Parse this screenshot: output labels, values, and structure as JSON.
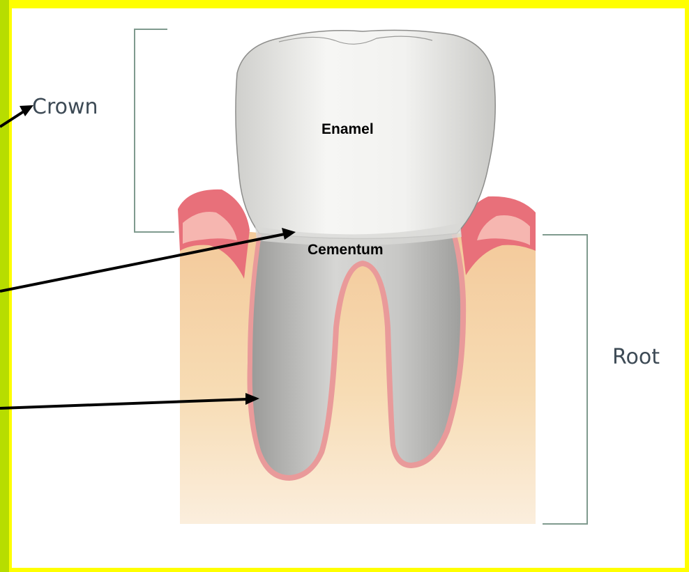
{
  "labels": {
    "crown": "Crown",
    "root": "Root",
    "enamel": "Enamel",
    "cementum": "Cementum"
  },
  "colors": {
    "border": "#ffff00",
    "left_strip": "#b7dd00",
    "bone": "#f5d8a8",
    "gum": "#e8707a",
    "bracket": "#7f9a8e",
    "tooth": "#e6e6e4",
    "arrow": "#000000"
  }
}
